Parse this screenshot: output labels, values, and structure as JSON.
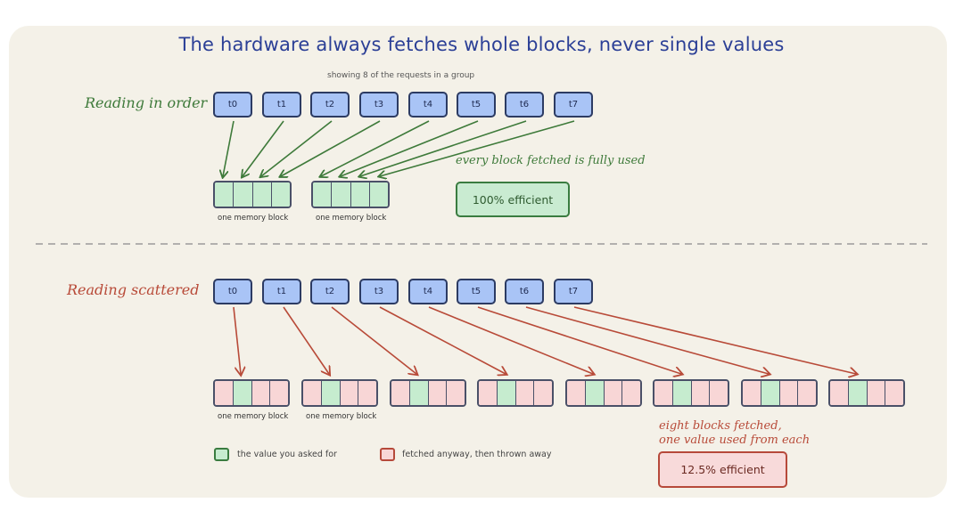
{
  "title": "The hardware always fetches whole blocks, never single values",
  "subtitle": "showing 8 of the requests in a group",
  "colors": {
    "request_fill": "#a9c4f6",
    "used_value": "#c6eccf",
    "wasted_value": "#f8d6d6",
    "in_order_accent": "#3e7a3a",
    "scattered_accent": "#b84a38"
  },
  "in_order": {
    "label": "Reading in order",
    "requests": [
      "t0",
      "t1",
      "t2",
      "t3",
      "t4",
      "t5",
      "t6",
      "t7"
    ],
    "block_caption": "one memory block",
    "blocks": [
      [
        "used",
        "used",
        "used",
        "used"
      ],
      [
        "used",
        "used",
        "used",
        "used"
      ]
    ],
    "note": "every block fetched is fully used",
    "efficiency": "100% efficient"
  },
  "scattered": {
    "label": "Reading scattered",
    "requests": [
      "t0",
      "t1",
      "t2",
      "t3",
      "t4",
      "t5",
      "t6",
      "t7"
    ],
    "block_caption": "one memory block",
    "blocks": [
      [
        "wasted",
        "used",
        "wasted",
        "wasted"
      ],
      [
        "wasted",
        "used",
        "wasted",
        "wasted"
      ],
      [
        "wasted",
        "used",
        "wasted",
        "wasted"
      ],
      [
        "wasted",
        "used",
        "wasted",
        "wasted"
      ],
      [
        "wasted",
        "used",
        "wasted",
        "wasted"
      ],
      [
        "wasted",
        "used",
        "wasted",
        "wasted"
      ],
      [
        "wasted",
        "used",
        "wasted",
        "wasted"
      ],
      [
        "wasted",
        "used",
        "wasted",
        "wasted"
      ]
    ],
    "note_line1": "eight blocks fetched,",
    "note_line2": "one value used from each",
    "efficiency": "12.5% efficient"
  },
  "legend": {
    "used": "the value you asked for",
    "wasted": "fetched anyway, then thrown away"
  }
}
